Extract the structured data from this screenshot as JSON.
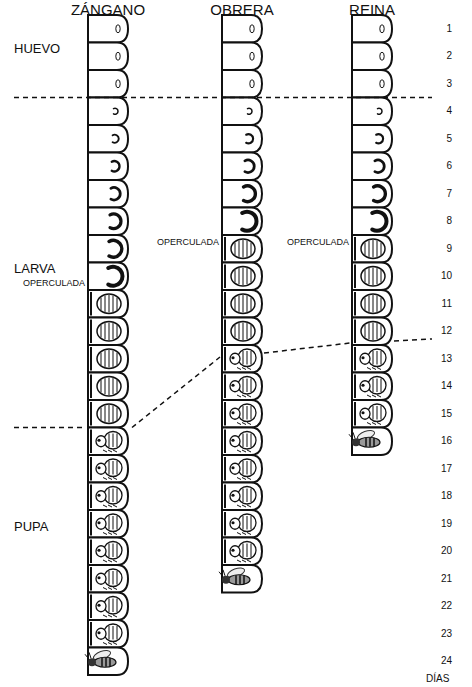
{
  "diagram": {
    "labels": [
      "ZÁNGANO",
      "OBRERA",
      "REINA",
      "HUEVO",
      "LARVA",
      "OPERCULADA",
      "OPERCULADA",
      "OPERCULADA",
      "PUPA",
      "1",
      "2",
      "3",
      "4",
      "5",
      "6",
      "7",
      "8",
      "9",
      "10",
      "11",
      "12",
      "13",
      "14",
      "15",
      "16",
      "17",
      "18",
      "19",
      "20",
      "21",
      "22",
      "23",
      "24",
      "DÍAS"
    ]
  }
}
